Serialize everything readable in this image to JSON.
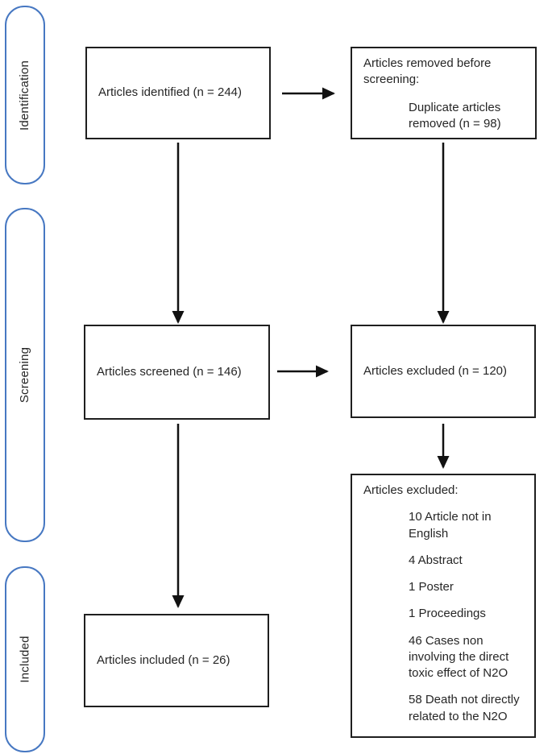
{
  "palette": {
    "background": "#ffffff",
    "box_border": "#1f1f1f",
    "stage_border": "#4778c2",
    "text": "#262626",
    "arrow": "#111111"
  },
  "stages": [
    {
      "label": "Identification"
    },
    {
      "label": "Screening"
    },
    {
      "label": "Included"
    }
  ],
  "boxes": {
    "identified": {
      "text": "Articles identified (n = 244)"
    },
    "removed": {
      "title": "Articles removed before screening:",
      "detail": "Duplicate articles removed (n = 98)"
    },
    "screened": {
      "text": "Articles screened (n = 146)"
    },
    "excluded": {
      "text": "Articles excluded (n = 120)"
    },
    "excluded_detail": {
      "title": "Articles excluded:",
      "items": [
        "10 Article not in English",
        "4 Abstract",
        "1 Poster",
        "1 Proceedings",
        "46 Cases non involving the direct toxic effect of N2O",
        "58 Death not directly related to the N2O"
      ]
    },
    "included": {
      "text": "Articles included (n = 26)"
    }
  }
}
